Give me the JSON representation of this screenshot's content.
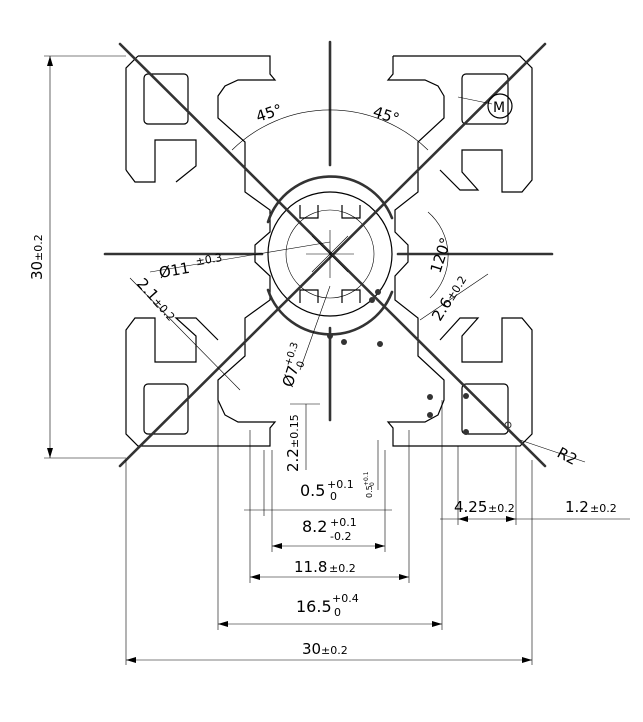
{
  "drawing": {
    "angles": {
      "left": "45°",
      "right": "45°",
      "diag": "120°"
    },
    "hole_diameter": {
      "main": "Ø11",
      "tol": "±0.3"
    },
    "inner_diameter": {
      "main": "Ø7",
      "tol_upper": "+0.3",
      "tol_lower": "0"
    },
    "wall_left": {
      "main": "2.1",
      "tol": "±0.2"
    },
    "wall_right": {
      "main": "2.6",
      "tol": "±0.2"
    },
    "slot_depth": {
      "main": "2.2",
      "tol": "±0.15"
    },
    "lip": {
      "main": "0.5",
      "tol_upper": "+0.1",
      "tol_lower": "0"
    },
    "lip_small": {
      "main": "0.5",
      "tol_upper": "+0.1",
      "tol_lower": "0"
    },
    "slot_width": {
      "main": "8.2",
      "tol_upper": "+0.1",
      "tol_lower": "-0.2"
    },
    "channel_width": {
      "main": "11.8",
      "tol": "±0.2"
    },
    "inner_width": {
      "main": "16.5",
      "tol_upper": "+0.4",
      "tol_lower": "0"
    },
    "overall_width": {
      "main": "30",
      "tol": "±0.2"
    },
    "overall_height": {
      "main": "30",
      "tol": "±0.2"
    },
    "corner_wall": {
      "main": "4.25",
      "tol": "±0.2"
    },
    "edge_wall": {
      "main": "1.2",
      "tol": "±0.2"
    },
    "corner_radius": "R2",
    "material_mark": "M"
  }
}
